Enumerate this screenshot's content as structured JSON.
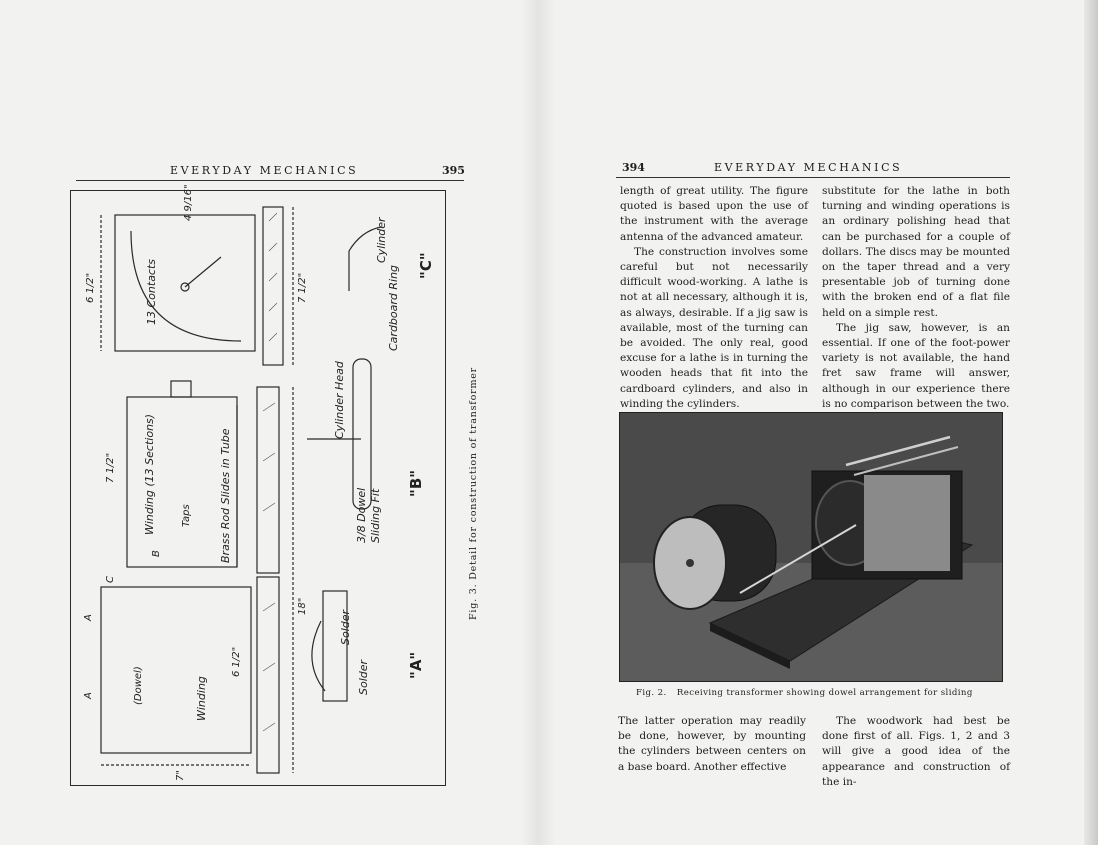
{
  "left_page": {
    "running_head": "EVERYDAY MECHANICS",
    "page_number": "395",
    "figure_caption": "Fig. 3.  Detail for construction of transformer",
    "drawing_labels": {
      "contacts": "13 Contacts",
      "winding_sections": "Winding (13 Sections)",
      "taps": "Taps",
      "brass_rod": "Brass Rod Slides in Tube",
      "dowel": "(Dowel)",
      "winding": "Winding",
      "cylinder_head": "Cylinder Head",
      "dowel_fit": "3/8 Dowel",
      "sliding_fit": "Sliding Fit",
      "solder_1": "Solder",
      "solder_2": "Solder",
      "cylinder": "Cylinder",
      "cardboard_ring": "Cardboard Ring",
      "view_a": "\"A\"",
      "view_b": "\"B\"",
      "view_c": "\"C\"",
      "dim_top": "4 9/16\"",
      "dim_side": "6 1/2\"",
      "dim_height": "7 1/2\"",
      "dim_mid": "7 1/2\"",
      "dim_bottom": "18\"",
      "dim_lower": "6 1/2\"",
      "dim_base": "7\"",
      "letter_a1": "A",
      "letter_a2": "A",
      "letter_b": "B",
      "letter_c": "C"
    }
  },
  "right_page": {
    "page_number": "394",
    "running_head": "EVERYDAY MECHANICS",
    "column_a": [
      "length of great utility.  The figure quoted is based upon the use of the instrument with the average antenna of the advanced amateur.",
      "The construction involves some careful but not necessarily difficult wood-working.  A lathe is not at all necessary, although it is, as always, desirable.  If a jig saw is available, most of the turning can be avoided.  The only real, good excuse for a lathe is in turning the wooden heads that fit into the cardboard cylinders, and also in winding the cylinders."
    ],
    "column_b": [
      "substitute for the lathe in both turning and winding operations is an ordinary polishing head that can be purchased for a couple of dollars.  The discs may be mounted on the taper thread and a very presentable job of turning done with the broken end of a flat file held on a simple rest.",
      "The jig saw, however, is an essential.  If one of the foot-power variety is not available, the hand fret saw frame will answer, although in our experience there is no comparison between the two."
    ],
    "figure_label": "Fig. 2.",
    "figure_caption": "Receiving transformer showing dowel arrangement for sliding",
    "column_c": [
      "The latter operation may readily be done, however, by mounting the cylinders between centers on a base board.  Another effective"
    ],
    "column_d": [
      "The woodwork had best be done first of all.  Figs. 1, 2 and 3 will give a good idea of the appearance and construction of the in-"
    ]
  }
}
